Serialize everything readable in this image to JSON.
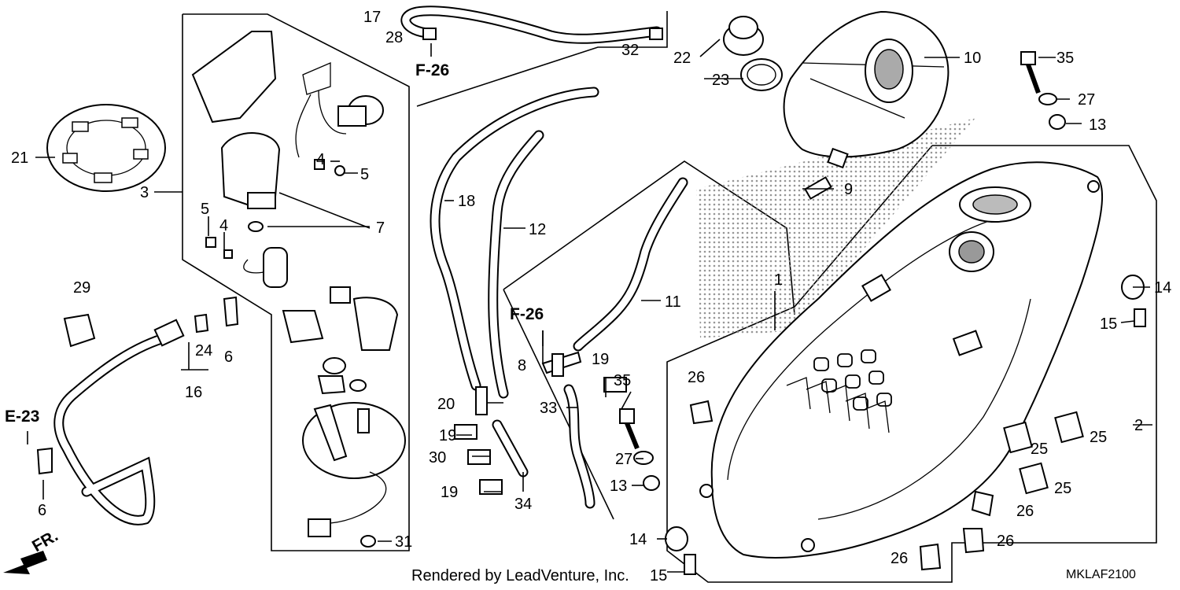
{
  "callouts": {
    "c1": "1",
    "c2": "2",
    "c3": "3",
    "c4a": "4",
    "c4b": "4",
    "c5a": "5",
    "c5b": "5",
    "c6a": "6",
    "c6b": "6",
    "c7": "7",
    "c8": "8",
    "c9": "9",
    "c10": "10",
    "c11": "11",
    "c12": "12",
    "c13a": "13",
    "c13b": "13",
    "c14a": "14",
    "c14b": "14",
    "c15a": "15",
    "c15b": "15",
    "c16": "16",
    "c17": "17",
    "c18": "18",
    "c19a": "19",
    "c19b": "19",
    "c19c": "19",
    "c20": "20",
    "c21": "21",
    "c22": "22",
    "c23": "23",
    "c24": "24",
    "c25a": "25",
    "c25b": "25",
    "c25c": "25",
    "c26a": "26",
    "c26b": "26",
    "c26c": "26",
    "c26d": "26",
    "c27a": "27",
    "c27b": "27",
    "c28": "28",
    "c29": "29",
    "c30": "30",
    "c31": "31",
    "c32": "32",
    "c33": "33",
    "c34": "34",
    "c35a": "35",
    "c35b": "35"
  },
  "refs": {
    "f26_top": "F-26",
    "f26_mid": "F-26",
    "e23": "E-23",
    "front": "FR."
  },
  "footer": {
    "credit": "Rendered by LeadVenture, Inc.",
    "diagram_code": "MKLAF2100"
  }
}
